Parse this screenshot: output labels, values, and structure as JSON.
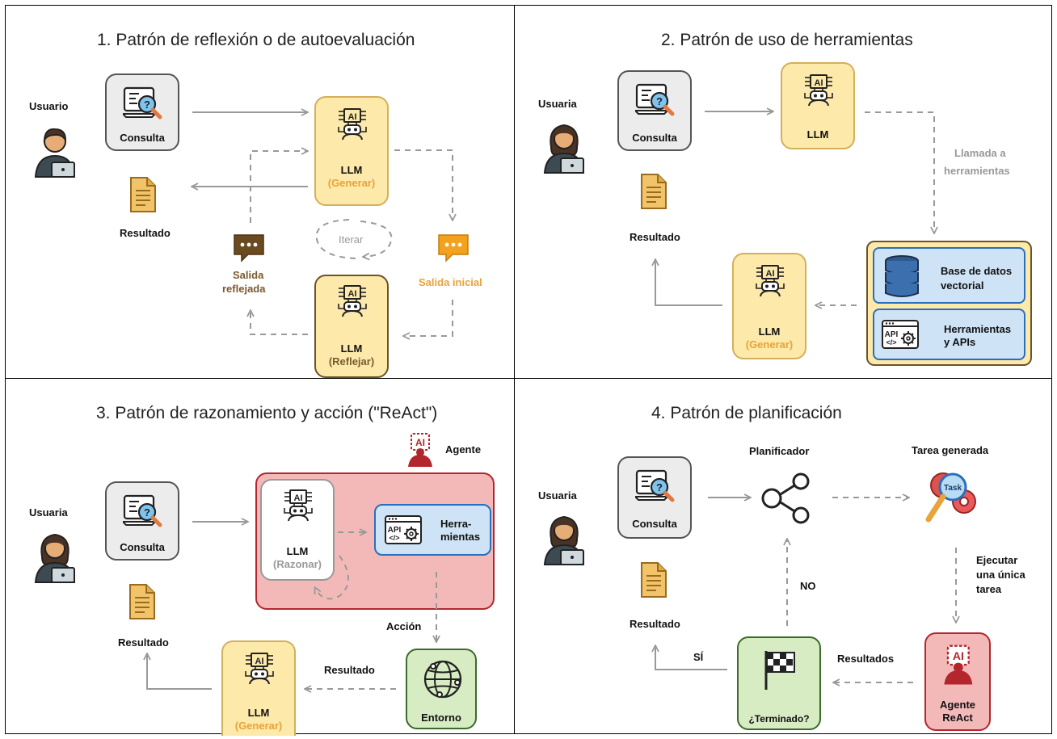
{
  "quadrants": {
    "q1": {
      "title": "1. Patrón de reflexión o de autoevaluación",
      "user": "Usuario",
      "query": "Consulta",
      "result": "Resultado",
      "llm": "LLM",
      "llm_generate": "(Generar)",
      "llm_reflect_label": "LLM",
      "llm_reflect": "(Reflejar)",
      "iterate": "Iterar",
      "initial_output": "Salida inicial",
      "reflected_output_1": "Salida",
      "reflected_output_2": "reflejada"
    },
    "q2": {
      "title": "2. Patrón de uso de herramientas",
      "user": "Usuaria",
      "query": "Consulta",
      "result": "Resultado",
      "llm": "LLM",
      "tool_call_1": "Llamada a",
      "tool_call_2": "herramientas",
      "vector_db_1": "Base de datos",
      "vector_db_2": "vectorial",
      "tools_1": "Herramientas",
      "tools_2": "y APIs",
      "llm2": "LLM",
      "llm2_generate": "(Generar)"
    },
    "q3": {
      "title": "3. Patrón de razonamiento y acción (\"ReAct\")",
      "user": "Usuaria",
      "query": "Consulta",
      "result": "Resultado",
      "agent": "Agente",
      "llm": "LLM",
      "llm_reason": "(Razonar)",
      "tools_1": "Herra-",
      "tools_2": "mientas",
      "action": "Acción",
      "env_result": "Resultado",
      "environment": "Entorno",
      "llm2": "LLM",
      "llm2_generate": "(Generar)"
    },
    "q4": {
      "title": "4. Patrón de planificación",
      "user": "Usuaria",
      "query": "Consulta",
      "result": "Resultado",
      "planner": "Planificador",
      "generated_task": "Tarea generada",
      "task_badge": "Task",
      "execute_1": "Ejecutar",
      "execute_2": "una única",
      "execute_3": "tarea",
      "no": "NO",
      "yes": "SÍ",
      "results": "Resultados",
      "done": "¿Terminado?",
      "agent_1": "Agente",
      "agent_2": "ReAct"
    }
  },
  "colors": {
    "yellow_fill": "#fde9a9",
    "orange_text": "#e8a33a",
    "brown_text": "#7a5a2e",
    "red_fill": "#f3b9b9",
    "red_border": "#b4262d",
    "blue_fill": "#cfe3f6",
    "green_fill": "#d8ecc4",
    "arrow_gray": "#999999"
  }
}
